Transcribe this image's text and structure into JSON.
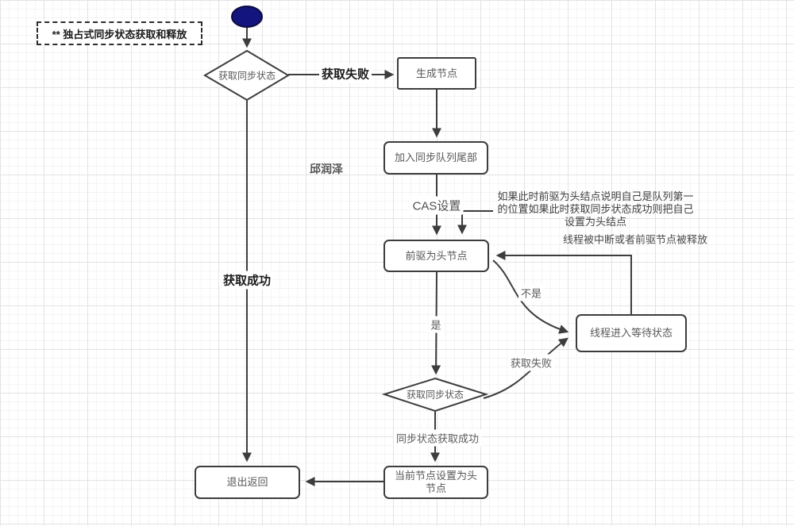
{
  "title": "** 独占式同步状态获取和释放",
  "watermark": "邱润泽",
  "nodes": {
    "start": "",
    "check_sync_top": "获取同步状态",
    "create_node": "生成节点",
    "join_queue_tail": "加入同步队列尾部",
    "predecessor_is_head": "前驱为头节点",
    "thread_waiting": "线程进入等待状态",
    "check_sync_bottom": "获取同步状态",
    "set_current_as_head": "当前节点设置为头节点",
    "exit_return": "退出返回"
  },
  "edge_labels": {
    "acquire_failed_top": "获取失败",
    "acquire_success": "获取成功",
    "cas_set": "CAS设置",
    "yes": "是",
    "no": "不是",
    "acquire_failed_bottom": "获取失败",
    "sync_state_acquired": "同步状态获取成功"
  },
  "annotations": {
    "head_node_note_lines": [
      "如果此时前驱为头结点说明自己是队列第一",
      "的位置如果此时获取同步状态成功则把自己",
      "设置为头结点"
    ],
    "interrupted_note": "线程被中断或者前驱节点被释放"
  },
  "colors": {
    "start_node_fill": "#14147e",
    "start_node_stroke": "#0a0a40",
    "connector": "#3d3d3d",
    "node_border": "#3d3d3d",
    "node_text": "#595959",
    "emphasis_text": "#1a1a1a",
    "grid_minor": "#f4f4f4",
    "grid_major": "#e3e3e3"
  }
}
